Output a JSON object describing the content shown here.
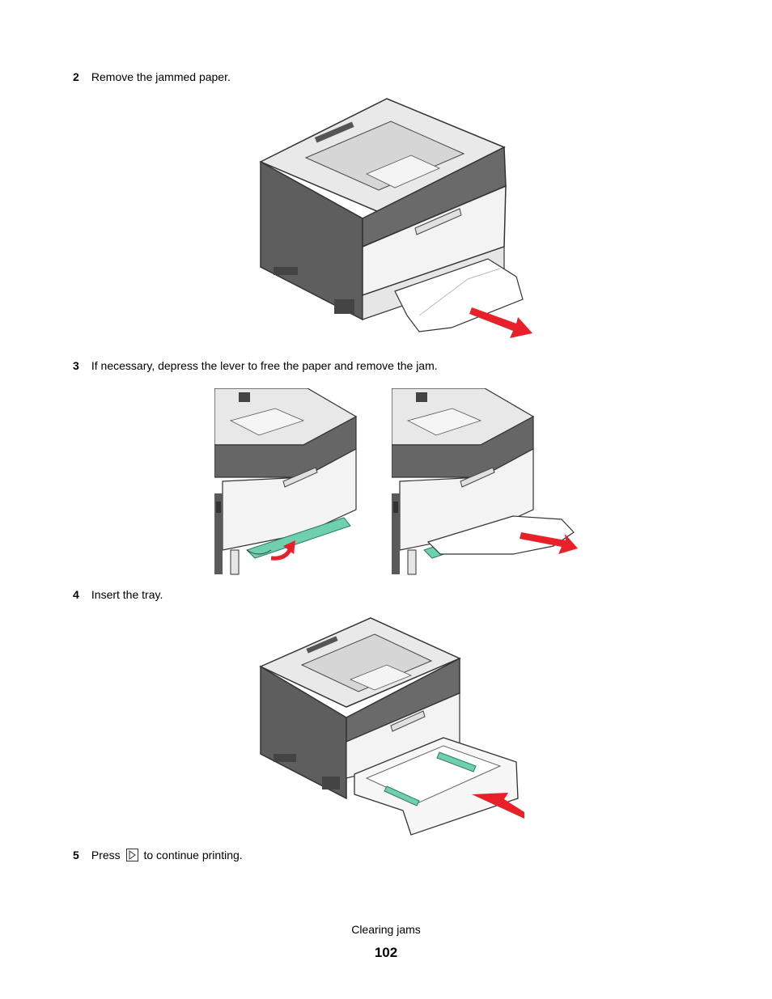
{
  "steps": [
    {
      "num": "2",
      "text": "Remove the jammed paper."
    },
    {
      "num": "3",
      "text": "If necessary, depress the lever to free the paper and remove the jam."
    },
    {
      "num": "4",
      "text": "Insert the tray."
    },
    {
      "num": "5",
      "text_before": "Press",
      "icon": "play-next-icon",
      "text_after": "to continue printing."
    }
  ],
  "footer": {
    "section": "Clearing jams",
    "page": "102"
  },
  "colors": {
    "arrow": "#e8202a",
    "lever": "#6fd0b0",
    "body_dark": "#5a5a5a",
    "body_light": "#f2f2f2"
  }
}
